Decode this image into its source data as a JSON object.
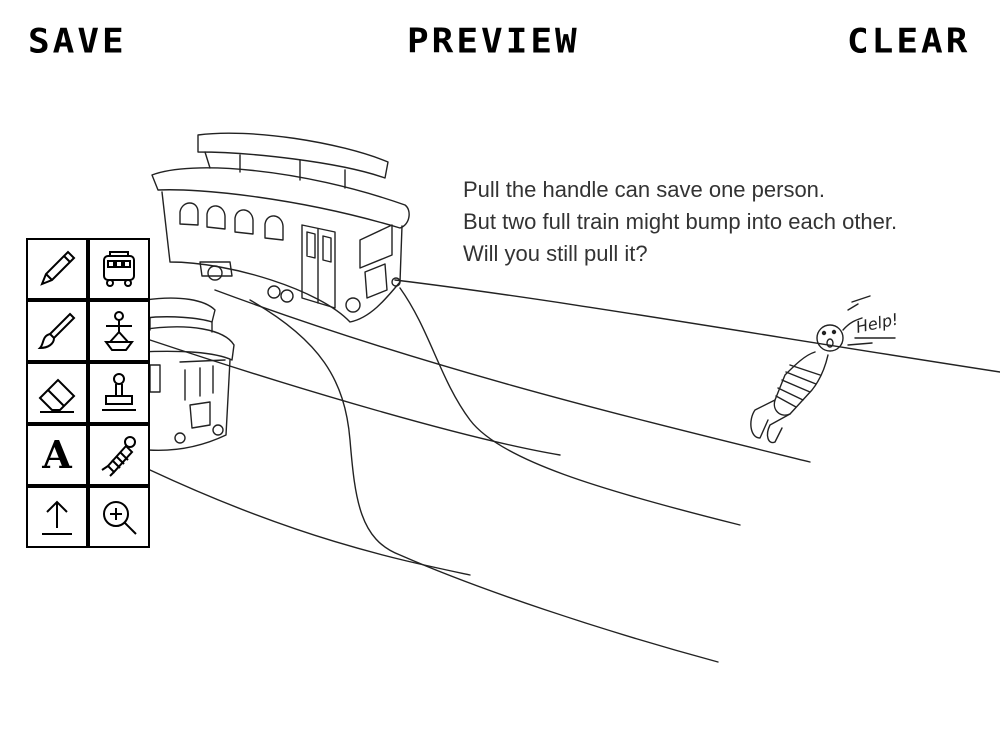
{
  "menu": {
    "save_label": "SAVE",
    "preview_label": "PREVIEW",
    "clear_label": "CLEAR"
  },
  "canvas": {
    "caption_lines": [
      "Pull the handle can save one person.",
      "But two full train might bump into each other.",
      "Will you still pull it?"
    ],
    "help_text": "Help!"
  },
  "tools": [
    {
      "name": "pencil-tool",
      "icon": "pencil-icon"
    },
    {
      "name": "trolley-stamp-tool",
      "icon": "trolley-icon"
    },
    {
      "name": "brush-tool",
      "icon": "brush-icon"
    },
    {
      "name": "person-stamp-tool",
      "icon": "person-icon"
    },
    {
      "name": "eraser-tool",
      "icon": "eraser-icon"
    },
    {
      "name": "stamp-tool",
      "icon": "stamp-icon"
    },
    {
      "name": "text-tool",
      "icon": "text-icon",
      "glyph": "A"
    },
    {
      "name": "bound-person-tool",
      "icon": "bound-person-icon"
    },
    {
      "name": "upload-tool",
      "icon": "upload-icon"
    },
    {
      "name": "zoom-tool",
      "icon": "zoom-icon"
    }
  ]
}
